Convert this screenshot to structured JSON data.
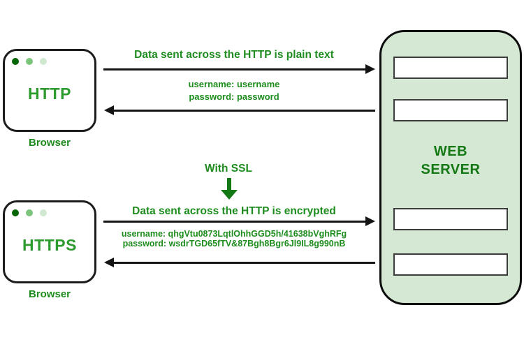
{
  "http_flow": {
    "title": "Data sent across the HTTP is plain text",
    "credentials": {
      "username_line": "username: username",
      "password_line": "password: password"
    },
    "browser": {
      "label": "HTTP",
      "caption": "Browser"
    }
  },
  "ssl": {
    "note": "With SSL"
  },
  "https_flow": {
    "title": "Data sent across the HTTP is encrypted",
    "credentials": {
      "username_line": "username: qhgVtu0873LqtlOhhGGD5h/41638bVghRFg",
      "password_line": "password: wsdrTGD65fTV&87Bgh8Bgr6Jl9IL8g990nB"
    },
    "browser": {
      "label": "HTTPS",
      "caption": "Browser"
    }
  },
  "server": {
    "label_lines": [
      "WEB",
      "SERVER"
    ]
  },
  "colors": {
    "text_green": "#1e8c1e",
    "label_green": "#2d9b2d",
    "dark_green": "#147814",
    "server_fill": "#d5e8d4",
    "arrow_black": "#141414"
  }
}
